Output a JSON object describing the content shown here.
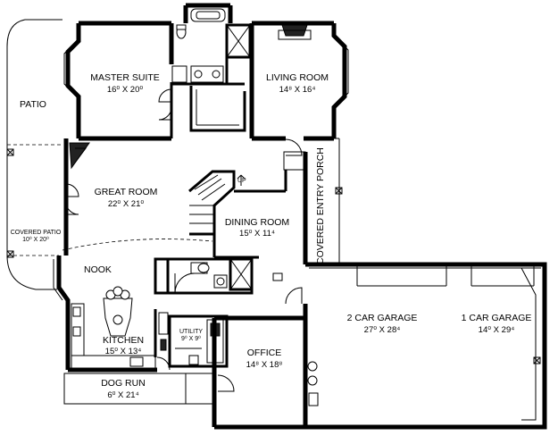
{
  "rooms": {
    "master_suite": {
      "name": "MASTER SUITE",
      "dims": "16⁰ X 20⁰"
    },
    "living_room": {
      "name": "LIVING ROOM",
      "dims": "14⁸ X 16⁴"
    },
    "patio": {
      "name": "PATIO"
    },
    "great_room": {
      "name": "GREAT ROOM",
      "dims": "22⁰ X 21⁰"
    },
    "covered_patio": {
      "name": "COVERED PATIO",
      "dims": "10⁰ X 20⁰"
    },
    "dining_room": {
      "name": "DINING ROOM",
      "dims": "15⁰ X 11⁴"
    },
    "covered_entry_porch": {
      "name": "COVERED ENTRY PORCH"
    },
    "nook": {
      "name": "NOOK"
    },
    "kitchen": {
      "name": "KITCHEN",
      "dims": "15⁰ X 13⁴"
    },
    "utility": {
      "name": "UTILITY",
      "dims": "9⁰ X 9⁰"
    },
    "office": {
      "name": "OFFICE",
      "dims": "14⁸ X 18⁸"
    },
    "two_car_garage": {
      "name": "2 CAR GARAGE",
      "dims": "27⁰ X 28⁴"
    },
    "one_car_garage": {
      "name": "1 CAR GARAGE",
      "dims": "14⁰ X 29⁴"
    },
    "dog_run": {
      "name": "DOG RUN",
      "dims": "6⁰ X 21⁴"
    }
  },
  "annotations": {
    "stair_up": "UP"
  }
}
